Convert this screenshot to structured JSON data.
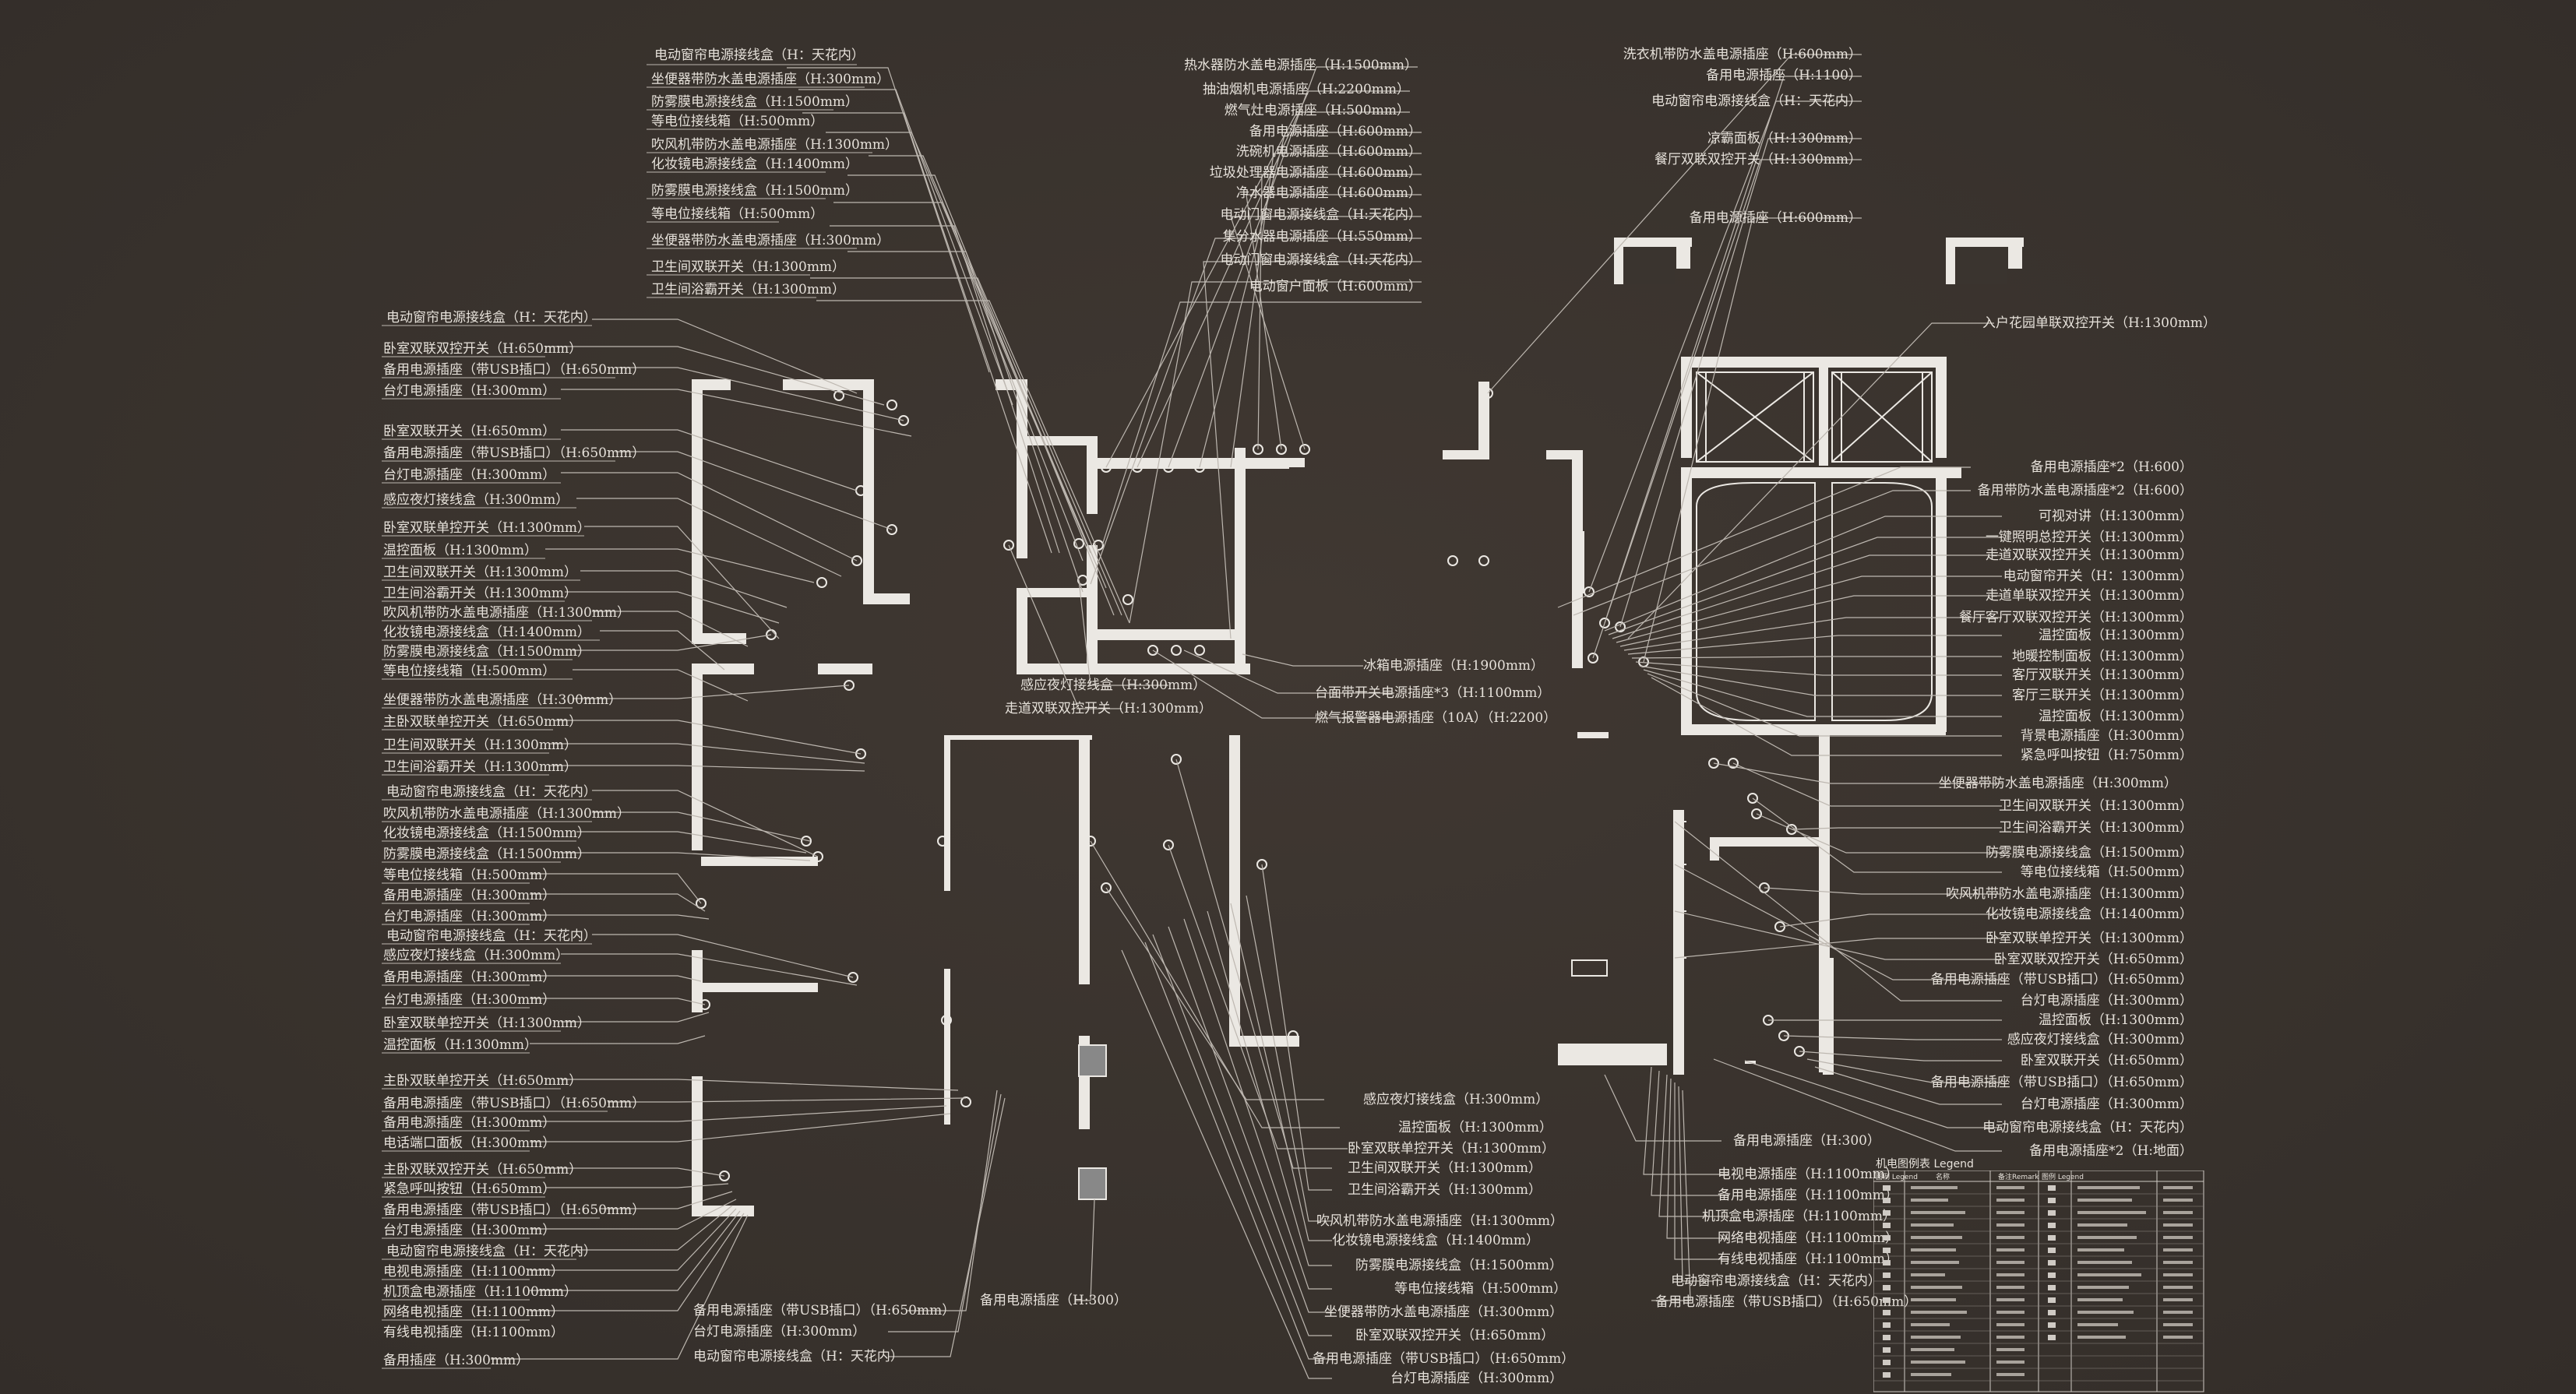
{
  "labels": {
    "l_top_1": "电动窗帘电源接线盒（H：天花内）",
    "l_top_2": "坐便器带防水盖电源插座（H:300mm）",
    "l_top_3": "防雾膜电源接线盒（H:1500mm）",
    "l_top_4": "等电位接线箱（H:500mm）",
    "l_top_5": "吹风机带防水盖电源插座（H:1300mm）",
    "l_top_6": "化妆镜电源接线盒（H:1400mm）",
    "l_top_7": "防雾膜电源接线盒（H:1500mm）",
    "l_top_8": "等电位接线箱（H:500mm）",
    "l_top_9": "坐便器带防水盖电源插座（H:300mm）",
    "l_top_10": "卫生间双联开关（H:1300mm）",
    "l_top_11": "卫生间浴霸开关（H:1300mm）",
    "l_left_1": "电动窗帘电源接线盒（H：天花内）",
    "l_left_2": "卧室双联双控开关（H:650mm）",
    "l_left_3": "备用电源插座（带USB插口）（H:650mm）",
    "l_left_4": "台灯电源插座（H:300mm）",
    "l_left_5": "卧室双联开关（H:650mm）",
    "l_left_6": "备用电源插座（带USB插口）（H:650mm）",
    "l_left_7": "台灯电源插座（H:300mm）",
    "l_left_8": "感应夜灯接线盒（H:300mm）",
    "l_left_9": "卧室双联单控开关（H:1300mm）",
    "l_left_10": "温控面板（H:1300mm）",
    "l_left_11": "卫生间双联开关（H:1300mm）",
    "l_left_12": "卫生间浴霸开关（H:1300mm）",
    "l_left_13": "吹风机带防水盖电源插座（H:1300mm）",
    "l_left_14": "化妆镜电源接线盒（H:1400mm）",
    "l_left_15": "防雾膜电源接线盒（H:1500mm）",
    "l_left_16": "等电位接线箱（H:500mm）",
    "l_left_17": "坐便器带防水盖电源插座（H:300mm）",
    "l_left_18": "主卧双联单控开关（H:650mm）",
    "l_left_19": "卫生间双联开关（H:1300mm）",
    "l_left_20": "卫生间浴霸开关（H:1300mm）",
    "l_left_21": "电动窗帘电源接线盒（H：天花内）",
    "l_left_22": "吹风机带防水盖电源插座（H:1300mm）",
    "l_left_23": "化妆镜电源接线盒（H:1500mm）",
    "l_left_24": "防雾膜电源接线盒（H:1500mm）",
    "l_left_25": "等电位接线箱（H:500mm）",
    "l_left_26": "备用电源插座（H:300mm）",
    "l_left_27": "台灯电源插座（H:300mm）",
    "l_left_28": "电动窗帘电源接线盒（H：天花内）",
    "l_left_29": "感应夜灯接线盒（H:300mm）",
    "l_left_30": "备用电源插座（H:300mm）",
    "l_left_31": "台灯电源插座（H:300mm）",
    "l_left_32": "卧室双联单控开关（H:1300mm）",
    "l_left_33": "温控面板（H:1300mm）",
    "l_left_34": "主卧双联单控开关（H:650mm）",
    "l_left_35": "备用电源插座（带USB插口）（H:650mm）",
    "l_left_36": "备用电源插座（H:300mm）",
    "l_left_37": "电话端口面板（H:300mm）",
    "l_left_38": "主卧双联双控开关（H:650mm）",
    "l_left_39": "紧急呼叫按钮（H:650mm）",
    "l_left_40": "备用电源插座（带USB插口）（H:650mm）",
    "l_left_41": "台灯电源插座（H:300mm）",
    "l_left_42": "电动窗帘电源接线盒（H：天花内）",
    "l_left_43": "电视电源插座（H:1100mm）",
    "l_left_44": "机顶盒电源插座（H:1100mm）",
    "l_left_45": "网络电视插座（H:1100mm）",
    "l_left_46": "有线电视插座（H:1100mm）",
    "l_left_47": "备用插座（H:300mm）",
    "l_mid_1": "热水器防水盖电源插座（H:1500mm）",
    "l_mid_2": "抽油烟机电源插座（H:2200mm）",
    "l_mid_3": "燃气灶电源插座（H:500mm）",
    "l_mid_4": "备用电源插座（H:600mm）",
    "l_mid_5": "洗碗机电源插座（H:600mm）",
    "l_mid_6": "垃圾处理器电源插座（H:600mm）",
    "l_mid_7": "净水器电源插座（H:600mm）",
    "l_mid_8": "电动门窗电源接线盒（H:天花内）",
    "l_mid_9": "集分水器电源插座（H:550mm）",
    "l_mid_10": "电动门窗电源接线盒（H:天花内）",
    "l_mid_11": "电动窗户面板（H:600mm）",
    "l_mid_12": "冰箱电源插座（H:1900mm）",
    "l_mid_13": "台面带开关电源插座*3（H:1100mm）",
    "l_mid_14": "燃气报警器电源插座（10A）（H:2200）",
    "l_mid_15": "感应夜灯接线盒（H:300mm）",
    "l_mid_16": "走道双联双控开关（H:1300mm）",
    "l_bm_1": "感应夜灯接线盒（H:300mm）",
    "l_bm_2": "温控面板（H:1300mm）",
    "l_bm_3": "卧室双联单控开关（H:1300mm）",
    "l_bm_4": "卫生间双联开关（H:1300mm）",
    "l_bm_5": "卫生间浴霸开关（H:1300mm）",
    "l_bm_6": "吹风机带防水盖电源插座（H:1300mm）",
    "l_bm_7": "化妆镜电源接线盒（H:1400mm）",
    "l_bm_8": "防雾膜电源接线盒（H:1500mm）",
    "l_bm_9": "等电位接线箱（H:500mm）",
    "l_bm_10": "坐便器带防水盖电源插座（H:300mm）",
    "l_bm_11": "卧室双联双控开关（H:650mm）",
    "l_bm_12": "备用电源插座（带USB插口）（H:650mm）",
    "l_bm_13": "台灯电源插座（H:300mm）",
    "l_bot_1": "备用电源插座（带USB插口）（H:650mm）",
    "l_bot_2": "台灯电源插座（H:300mm）",
    "l_bot_3": "电动窗帘电源接线盒（H：天花内）",
    "l_bot_4": "备用电源插座（H:300）",
    "l_right_1": "洗衣机带防水盖电源插座（H:600mm）",
    "l_right_2": "备用电源插座（H:1100）",
    "l_right_3": "电动窗帘电源接线盒（H：天花内）",
    "l_right_4": "凉霸面板（H:1300mm）",
    "l_right_5": "餐厅双联双控开关（H:1300mm）",
    "l_right_6": "备用电源插座（H:600mm）",
    "l_right_7": "入户花园单联双控开关（H:1300mm）",
    "l_right_8": "备用电源插座*2（H:600）",
    "l_right_9": "备用带防水盖电源插座*2（H:600）",
    "l_right_10": "可视对讲（H:1300mm）",
    "l_right_11": "一键照明总控开关（H:1300mm）",
    "l_right_12": "走道双联双控开关（H:1300mm）",
    "l_right_13": "电动窗帘开关（H：1300mm）",
    "l_right_14": "走道单联双控开关（H:1300mm）",
    "l_right_15": "餐厅客厅双联双控开关（H:1300mm）",
    "l_right_16": "温控面板（H:1300mm）",
    "l_right_17": "地暖控制面板（H:1300mm）",
    "l_right_18": "客厅双联开关（H:1300mm）",
    "l_right_19": "客厅三联开关（H:1300mm）",
    "l_right_20": "温控面板（H:1300mm）",
    "l_right_21": "背景电源插座（H:300mm）",
    "l_right_22": "紧急呼叫按钮（H:750mm）",
    "l_right_23": "坐便器带防水盖电源插座（H:300mm）",
    "l_right_24": "卫生间双联开关（H:1300mm）",
    "l_right_25": "卫生间浴霸开关（H:1300mm）",
    "l_right_26": "防雾膜电源接线盒（H:1500mm）",
    "l_right_27": "等电位接线箱（H:500mm）",
    "l_right_28": "吹风机带防水盖电源插座（H:1300mm）",
    "l_right_29": "化妆镜电源接线盒（H:1400mm）",
    "l_right_30": "卧室双联单控开关（H:1300mm）",
    "l_right_31": "卧室双联双控开关（H:650mm）",
    "l_right_32": "备用电源插座（带USB插口）（H:650mm）",
    "l_right_33": "台灯电源插座（H:300mm）",
    "l_right_34": "温控面板（H:1300mm）",
    "l_right_35": "感应夜灯接线盒（H:300mm）",
    "l_right_36": "卧室双联开关（H:650mm）",
    "l_right_37": "备用电源插座（带USB插口）（H:650mm）",
    "l_right_38": "台灯电源插座（H:300mm）",
    "l_right_39": "电动窗帘电源接线盒（H：天花内）",
    "l_right_40": "备用电源插座*2（H:地面）",
    "l_rb_1": "备用电源插座（H:300）",
    "l_rb_2": "电视电源插座（H:1100mm）",
    "l_rb_3": "备用电源插座（H:1100mm）",
    "l_rb_4": "机顶盒电源插座（H:1100mm）",
    "l_rb_5": "网络电视插座（H:1100mm）",
    "l_rb_6": "有线电视插座（H:1100mm）",
    "l_rb_7": "电动窗帘电源接线盒（H：天花内）",
    "l_rb_8": "备用电源插座（带USB插口）（H:650mm）"
  },
  "legend": {
    "title": "机电图例表 Legend",
    "header_left": "图例 Legend",
    "header_name": "名称",
    "header_remark": "备注Remark",
    "header_right": "图例 Legend"
  },
  "colors": {
    "background": "#3a342f",
    "wall": "#ebe8e3",
    "line": "#bdb7b0",
    "text": "#e6e1da"
  }
}
